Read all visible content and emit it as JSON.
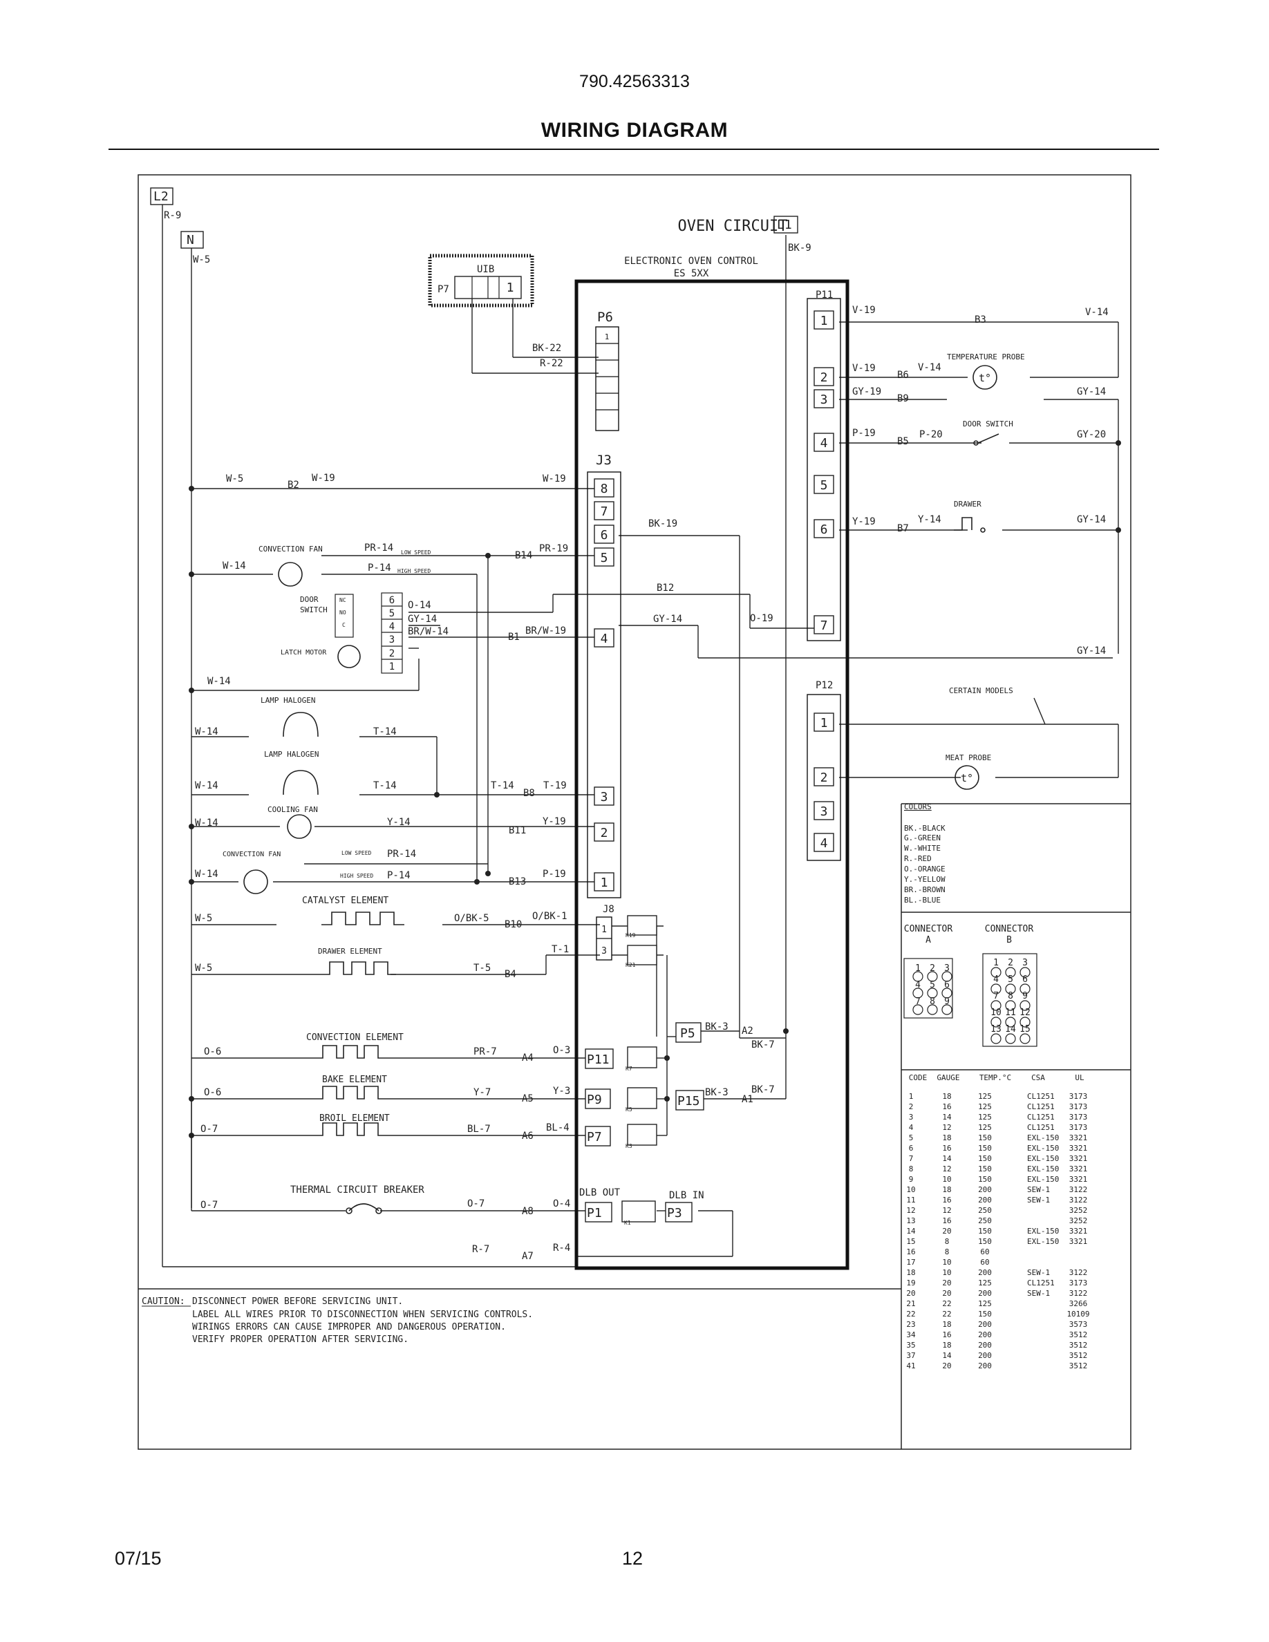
{
  "header": {
    "model": "790.42563313",
    "title": "WIRING DIAGRAM"
  },
  "footer": {
    "date": "07/15",
    "page": "12"
  },
  "diagram": {
    "title": "OVEN CIRCUIT",
    "control": "ELECTRONIC OVEN CONTROL",
    "control_model": "ES 5XX",
    "nodes": {
      "L2": "L2",
      "N": "N",
      "L1": "L1",
      "UIB": "UIB",
      "P7": "P7",
      "P6": "P6",
      "J3": "J3",
      "J8": "J8",
      "P11": "P11",
      "P12": "P12",
      "P5": "P5",
      "P11b": "P11",
      "P9": "P9",
      "P15": "P15",
      "P7b": "P7",
      "P1": "P1",
      "P3": "P3",
      "DLB_OUT": "DLB OUT",
      "DLB_IN": "DLB IN"
    },
    "components": {
      "temperature_probe": "TEMPERATURE PROBE",
      "door_switch_r": "DOOR SWITCH",
      "drawer": "DRAWER",
      "certain_models": "CERTAIN MODELS",
      "meat_probe": "MEAT PROBE",
      "convection_fan_1": "CONVECTION FAN",
      "low_speed": "LOW SPEED",
      "high_speed": "HIGH SPEED",
      "door_switch_l1": "DOOR",
      "door_switch_l2": "SWITCH",
      "latch_motor": "LATCH MOTOR",
      "lamp_halogen": "LAMP HALOGEN",
      "cooling_fan": "COOLING FAN",
      "convection_fan_2": "CONVECTION FAN",
      "catalyst_element": "CATALYST ELEMENT",
      "drawer_element": "DRAWER ELEMENT",
      "convection_element": "CONVECTION ELEMENT",
      "bake_element": "BAKE ELEMENT",
      "broil_element": "BROIL ELEMENT",
      "thermal_breaker": "THERMAL CIRCUIT BREAKER"
    },
    "wires": {
      "R9": "R-9",
      "W5": "W-5",
      "BK9": "BK-9",
      "BK22": "BK-22",
      "R22": "R-22",
      "W19": "W-19",
      "B2": "B2",
      "V19": "V-19",
      "B3": "B3",
      "V14": "V-14",
      "B6": "B6",
      "GY19": "GY-19",
      "B9": "B9",
      "GY14": "GY-14",
      "P19": "P-19",
      "B5": "B5",
      "P20": "P-20",
      "GY20": "GY-20",
      "B7": "B7",
      "Y19": "Y-19",
      "Y14": "Y-14",
      "BK19": "BK-19",
      "PR14": "PR-14",
      "P14": "P-14",
      "PR19": "PR-19",
      "B14": "B14",
      "W14": "W-14",
      "B12": "B12",
      "O14": "O-14",
      "BRW14": "BR/W-14",
      "B1": "B1",
      "BRW19": "BR/W-19",
      "O19": "O-19",
      "T14": "T-14",
      "B8": "B8",
      "T19": "T-19",
      "B11": "B11",
      "B13": "B13",
      "OBK5": "O/BK-5",
      "B10": "B10",
      "OBK1": "O/BK-1",
      "T1": "T-1",
      "T5": "T-5",
      "B4": "B4",
      "O6": "O-6",
      "PR7": "PR-7",
      "A4": "A4",
      "O3": "O-3",
      "Y7": "Y-7",
      "A5": "A5",
      "Y3": "Y-3",
      "O7": "O-7",
      "BL7": "BL-7",
      "A6": "A6",
      "BL4": "BL-4",
      "BK3": "BK-3",
      "A2": "A2",
      "BK7": "BK-7",
      "A1": "A1",
      "O4": "O-4",
      "A8": "A8",
      "R7": "R-7",
      "R4": "R-4",
      "A7": "A7",
      "K19": "K19",
      "K21": "K21",
      "K7": "K7",
      "K5": "K5",
      "K3": "K3",
      "K1": "K1",
      "NC": "NC",
      "NO": "NO",
      "C": "C"
    },
    "colors": {
      "title": "COLORS",
      "items": [
        "BK.-BLACK",
        "G.-GREEN",
        "W.-WHITE",
        "R.-RED",
        "O.-ORANGE",
        "Y.-YELLOW",
        "BR.-BROWN",
        "BL.-BLUE"
      ]
    },
    "connectors": {
      "a_label": "CONNECTOR",
      "a_name": "A",
      "b_label": "CONNECTOR",
      "b_name": "B"
    },
    "gauge_table": {
      "headers": [
        "CODE",
        "GAUGE",
        "TEMP.°C",
        "CSA",
        "UL"
      ],
      "rows": [
        [
          "1",
          "18",
          "125",
          "CL1251",
          "3173"
        ],
        [
          "2",
          "16",
          "125",
          "CL1251",
          "3173"
        ],
        [
          "3",
          "14",
          "125",
          "CL1251",
          "3173"
        ],
        [
          "4",
          "12",
          "125",
          "CL1251",
          "3173"
        ],
        [
          "5",
          "18",
          "150",
          "EXL-150",
          "3321"
        ],
        [
          "6",
          "16",
          "150",
          "EXL-150",
          "3321"
        ],
        [
          "7",
          "14",
          "150",
          "EXL-150",
          "3321"
        ],
        [
          "8",
          "12",
          "150",
          "EXL-150",
          "3321"
        ],
        [
          "9",
          "10",
          "150",
          "EXL-150",
          "3321"
        ],
        [
          "10",
          "18",
          "200",
          "SEW-1",
          "3122"
        ],
        [
          "11",
          "16",
          "200",
          "SEW-1",
          "3122"
        ],
        [
          "12",
          "12",
          "250",
          "",
          "3252"
        ],
        [
          "13",
          "16",
          "250",
          "",
          "3252"
        ],
        [
          "14",
          "20",
          "150",
          "EXL-150",
          "3321"
        ],
        [
          "15",
          "8",
          "150",
          "EXL-150",
          "3321"
        ],
        [
          "16",
          "8",
          "60",
          "",
          ""
        ],
        [
          "17",
          "10",
          "60",
          "",
          ""
        ],
        [
          "18",
          "10",
          "200",
          "SEW-1",
          "3122"
        ],
        [
          "19",
          "20",
          "125",
          "CL1251",
          "3173"
        ],
        [
          "20",
          "20",
          "200",
          "SEW-1",
          "3122"
        ],
        [
          "21",
          "22",
          "125",
          "",
          "3266"
        ],
        [
          "22",
          "22",
          "150",
          "",
          "10109"
        ],
        [
          "23",
          "18",
          "200",
          "",
          "3573"
        ],
        [
          "34",
          "16",
          "200",
          "",
          "3512"
        ],
        [
          "35",
          "18",
          "200",
          "",
          "3512"
        ],
        [
          "37",
          "14",
          "200",
          "",
          "3512"
        ],
        [
          "41",
          "20",
          "200",
          "",
          "3512"
        ]
      ]
    },
    "caution": {
      "label": "CAUTION:",
      "lines": [
        "DISCONNECT POWER BEFORE SERVICING UNIT.",
        "LABEL ALL WIRES PRIOR TO DISCONNECTION WHEN SERVICING CONTROLS.",
        "WIRINGS ERRORS CAN CAUSE IMPROPER AND DANGEROUS OPERATION.",
        "VERIFY PROPER OPERATION AFTER SERVICING."
      ]
    }
  }
}
